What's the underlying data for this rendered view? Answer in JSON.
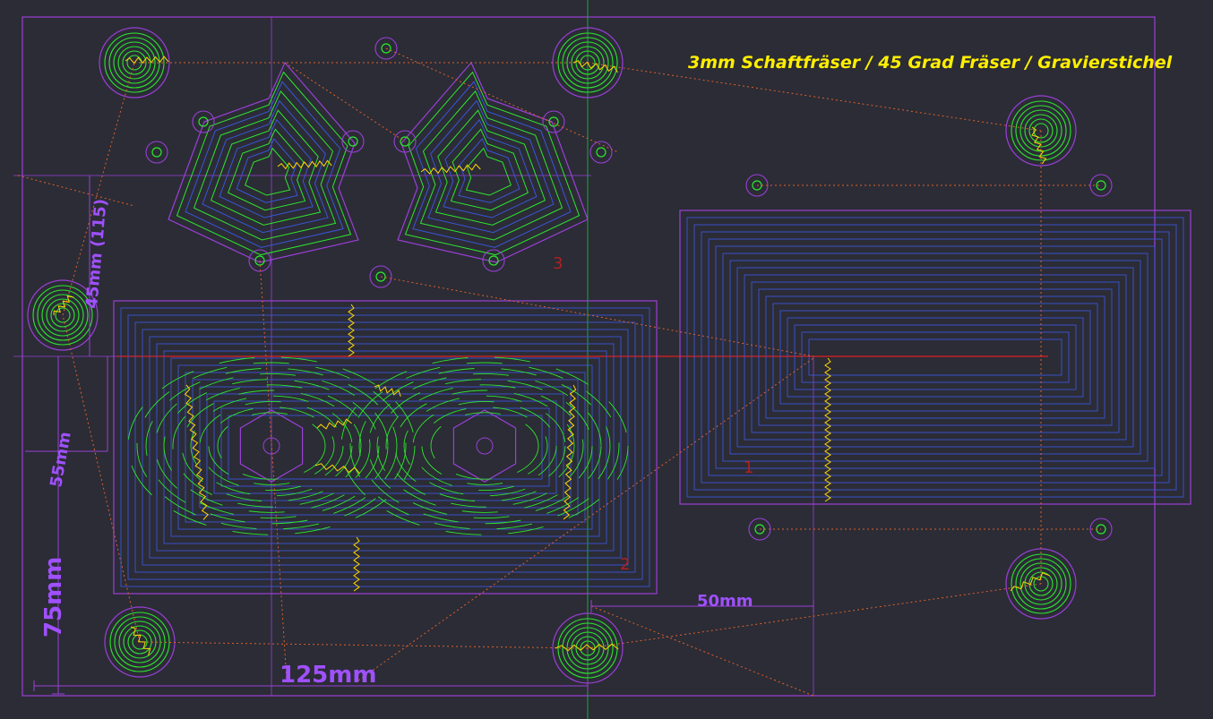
{
  "title": "3mm Schaftfräser / 45 Grad Fräser / Gravierstichel",
  "dimensions": {
    "width_total": "125mm",
    "height_total": "75mm",
    "height_left": "55mm",
    "span_right": "50mm",
    "height_upper": "45mm (115)"
  },
  "region_labels": {
    "r1": "1",
    "r2": "2",
    "r3": "3"
  },
  "colors": {
    "background": "#2b2c36",
    "outline": "#9a3fd6",
    "pocket": "#3a55d8",
    "finish": "#2ee62e",
    "rapid": "#e0602a",
    "marker": "#ffd800",
    "axis_x": "#e02020",
    "axis_y": "#1fa83a",
    "dimension": "#a050ff",
    "title": "#ffee00"
  }
}
